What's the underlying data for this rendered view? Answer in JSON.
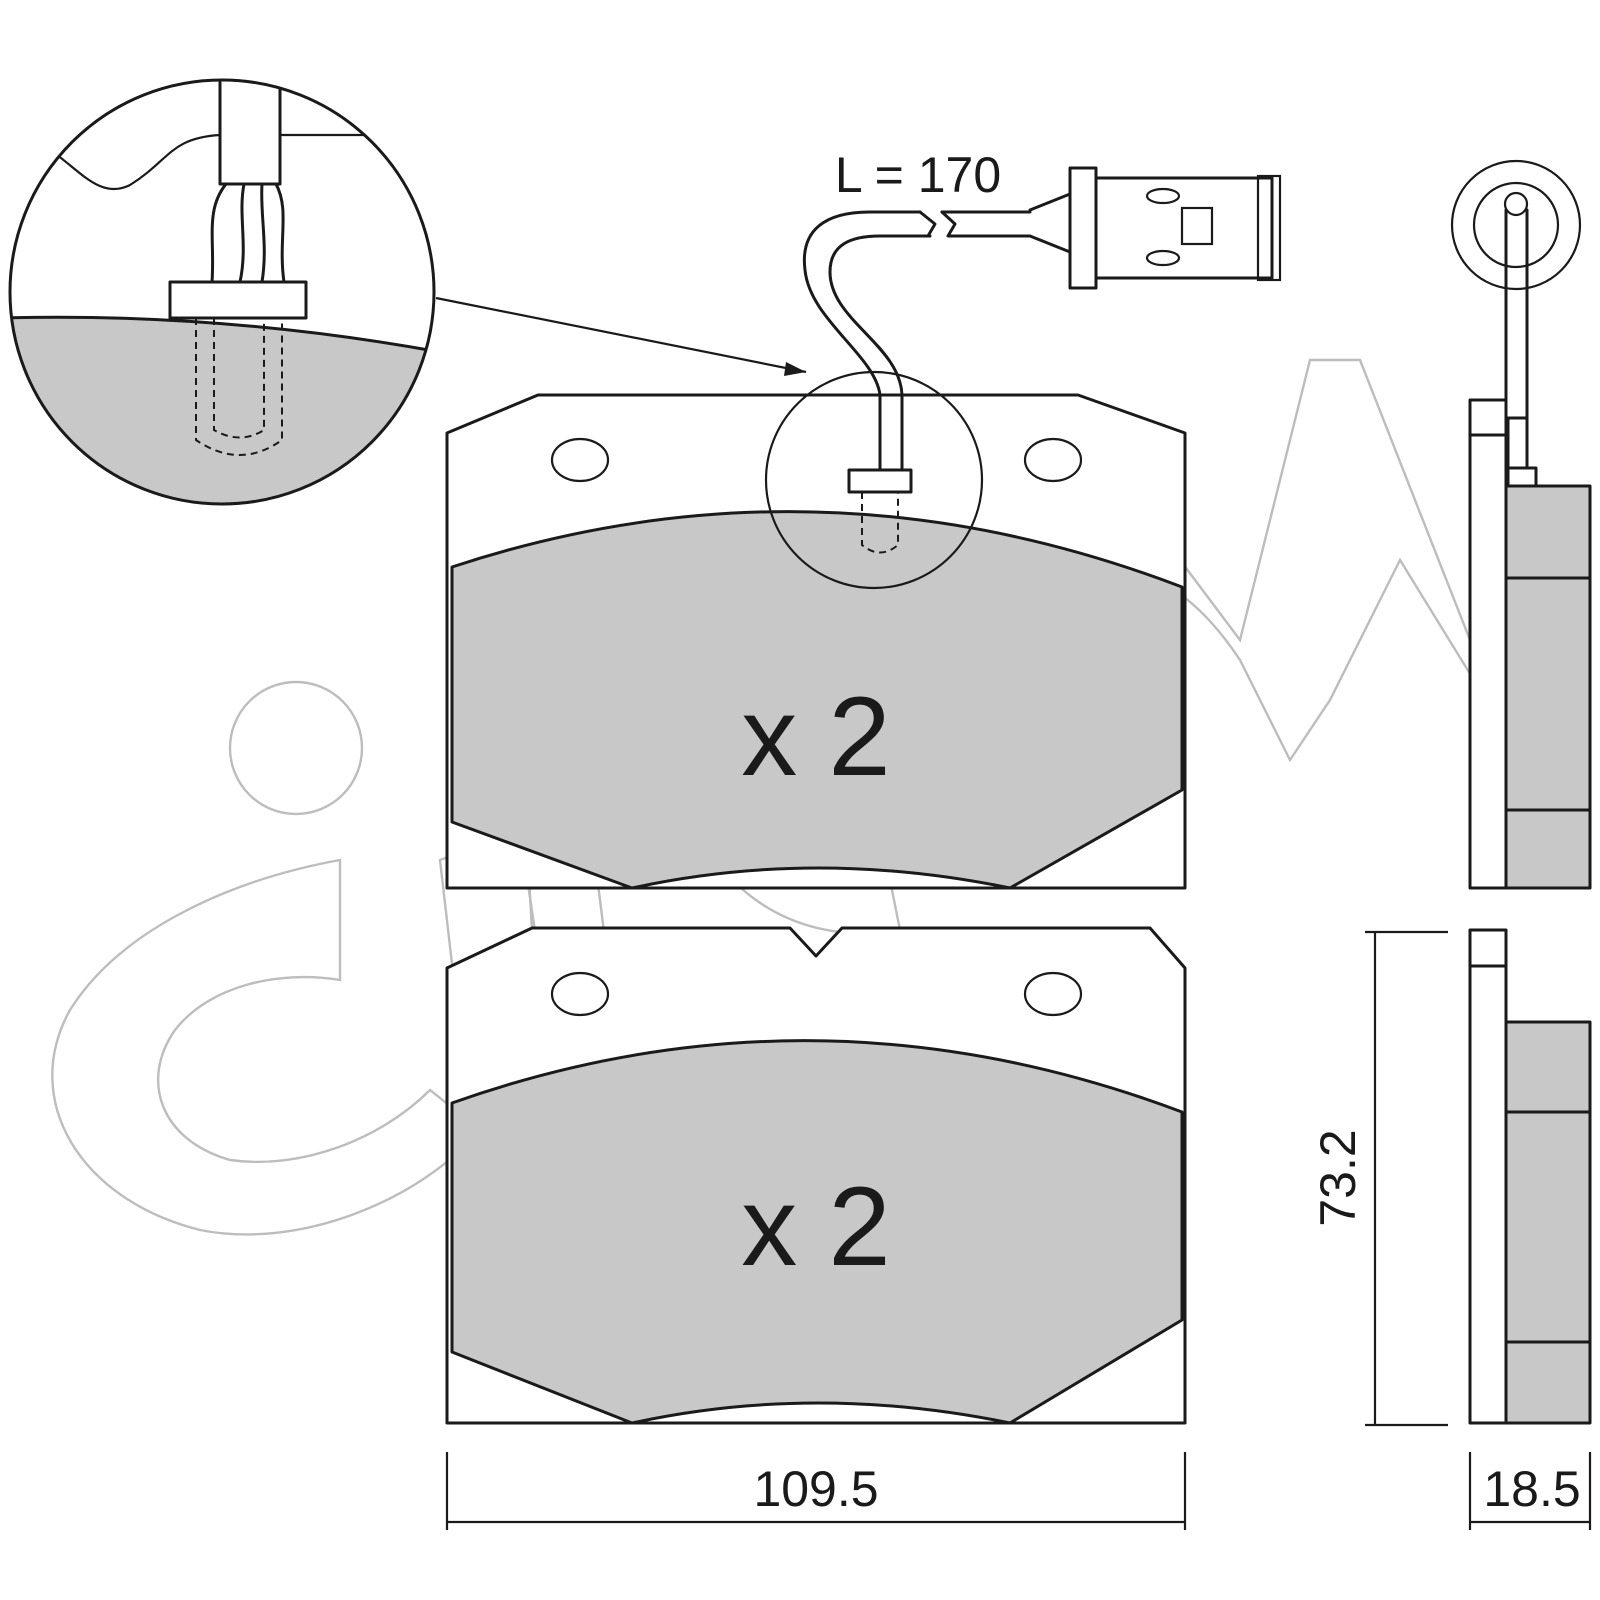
{
  "quantity_labels": {
    "top_pad": "x 2",
    "bottom_pad": "x 2"
  },
  "dimensions": {
    "width": "109.5",
    "height": "73.2",
    "thickness": "18.5",
    "cable_length": "L = 170"
  },
  "watermark": "cifam",
  "colors": {
    "friction_material": "#c8c8c8",
    "outline": "#1a1a1a",
    "watermark": "#bdbdbd",
    "background": "#ffffff"
  }
}
